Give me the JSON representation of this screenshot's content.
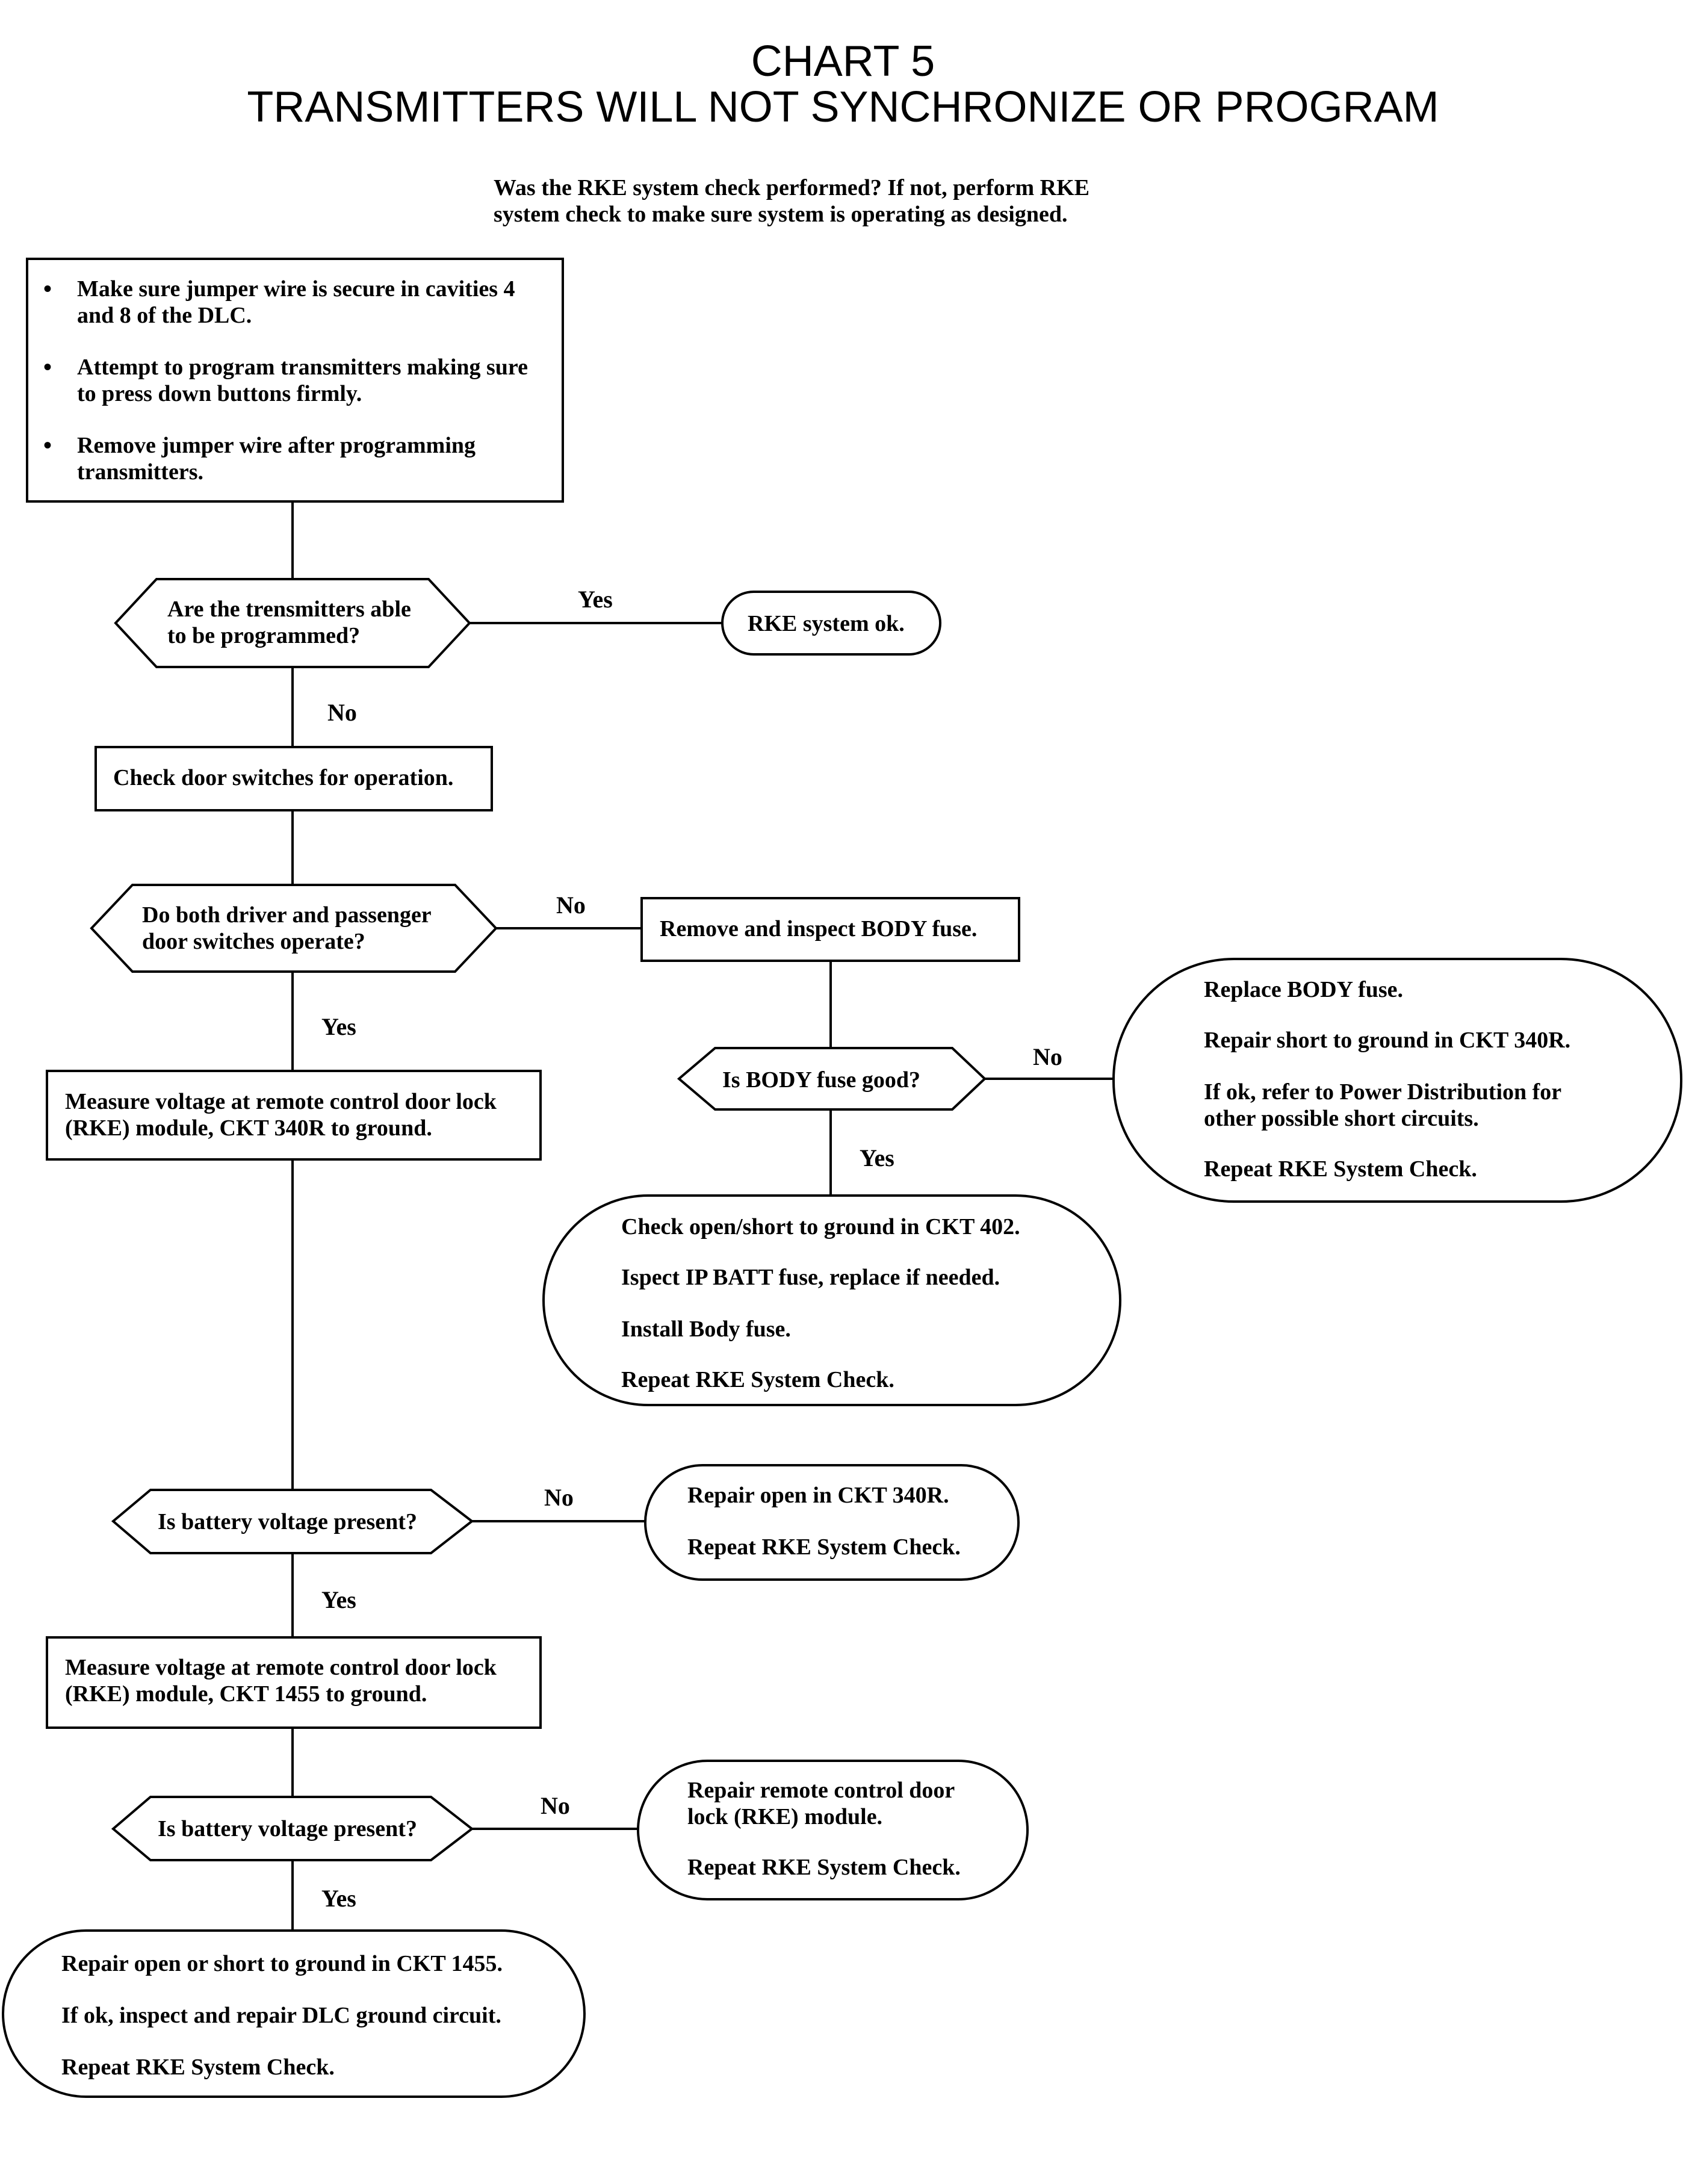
{
  "chart": {
    "title_line1": "CHART 5",
    "title_line2": "TRANSMITTERS WILL NOT SYNCHRONIZE OR PROGRAM",
    "intro_line1": "Was the RKE system check performed? If not, perform RKE",
    "intro_line2": "system check to make sure system is operating as designed."
  },
  "step1": {
    "bullet_glyph": "•",
    "b1_l1": "Make sure jumper wire is secure in cavities 4",
    "b1_l2": "and 8 of the DLC.",
    "b2_l1": "Attempt to program transmitters making sure",
    "b2_l2": "to press down buttons firmly.",
    "b3_l1": "Remove jumper wire after programming",
    "b3_l2": "transmitters."
  },
  "decision1": {
    "l1": "Are the trensmitters able",
    "l2": "to be programmed?"
  },
  "rke_ok": "RKE system ok.",
  "check_door": "Check door switches for operation.",
  "decision2": {
    "l1": "Do both driver and passenger",
    "l2": "door switches operate?"
  },
  "remove_fuse": "Remove and inspect BODY fuse.",
  "decision_fuse": "Is BODY fuse good?",
  "replace_fuse": {
    "l1": "Replace BODY fuse.",
    "l2": "Repair short to ground in CKT 340R.",
    "l3": "If ok, refer to Power Distribution for",
    "l4": "other possible short circuits.",
    "l5": "Repeat RKE System Check."
  },
  "check_open": {
    "l1": "Check open/short to ground in CKT 402.",
    "l2": "Ispect IP BATT fuse, replace if needed.",
    "l3": "Install Body fuse.",
    "l4": "Repeat RKE System Check."
  },
  "measure1": {
    "l1": "Measure voltage at remote control door lock",
    "l2": "(RKE) module, CKT 340R to ground."
  },
  "decision3": "Is battery voltage present?",
  "repair_340r": {
    "l1": "Repair open in CKT 340R.",
    "l2": "Repeat RKE System Check."
  },
  "measure2": {
    "l1": "Measure voltage at remote control door lock",
    "l2": "(RKE) module, CKT 1455 to ground."
  },
  "decision4": "Is battery voltage present?",
  "repair_module": {
    "l1": "Repair remote control door",
    "l2": "lock (RKE) module.",
    "l3": "Repeat RKE System Check."
  },
  "final": {
    "l1": "Repair open or short to ground in CKT 1455.",
    "l2": "If ok, inspect and repair DLC ground circuit.",
    "l3": "Repeat RKE System Check."
  },
  "labels": {
    "yes": "Yes",
    "no": "No"
  },
  "colors": {
    "ink": "#000000",
    "paper": "#ffffff"
  }
}
